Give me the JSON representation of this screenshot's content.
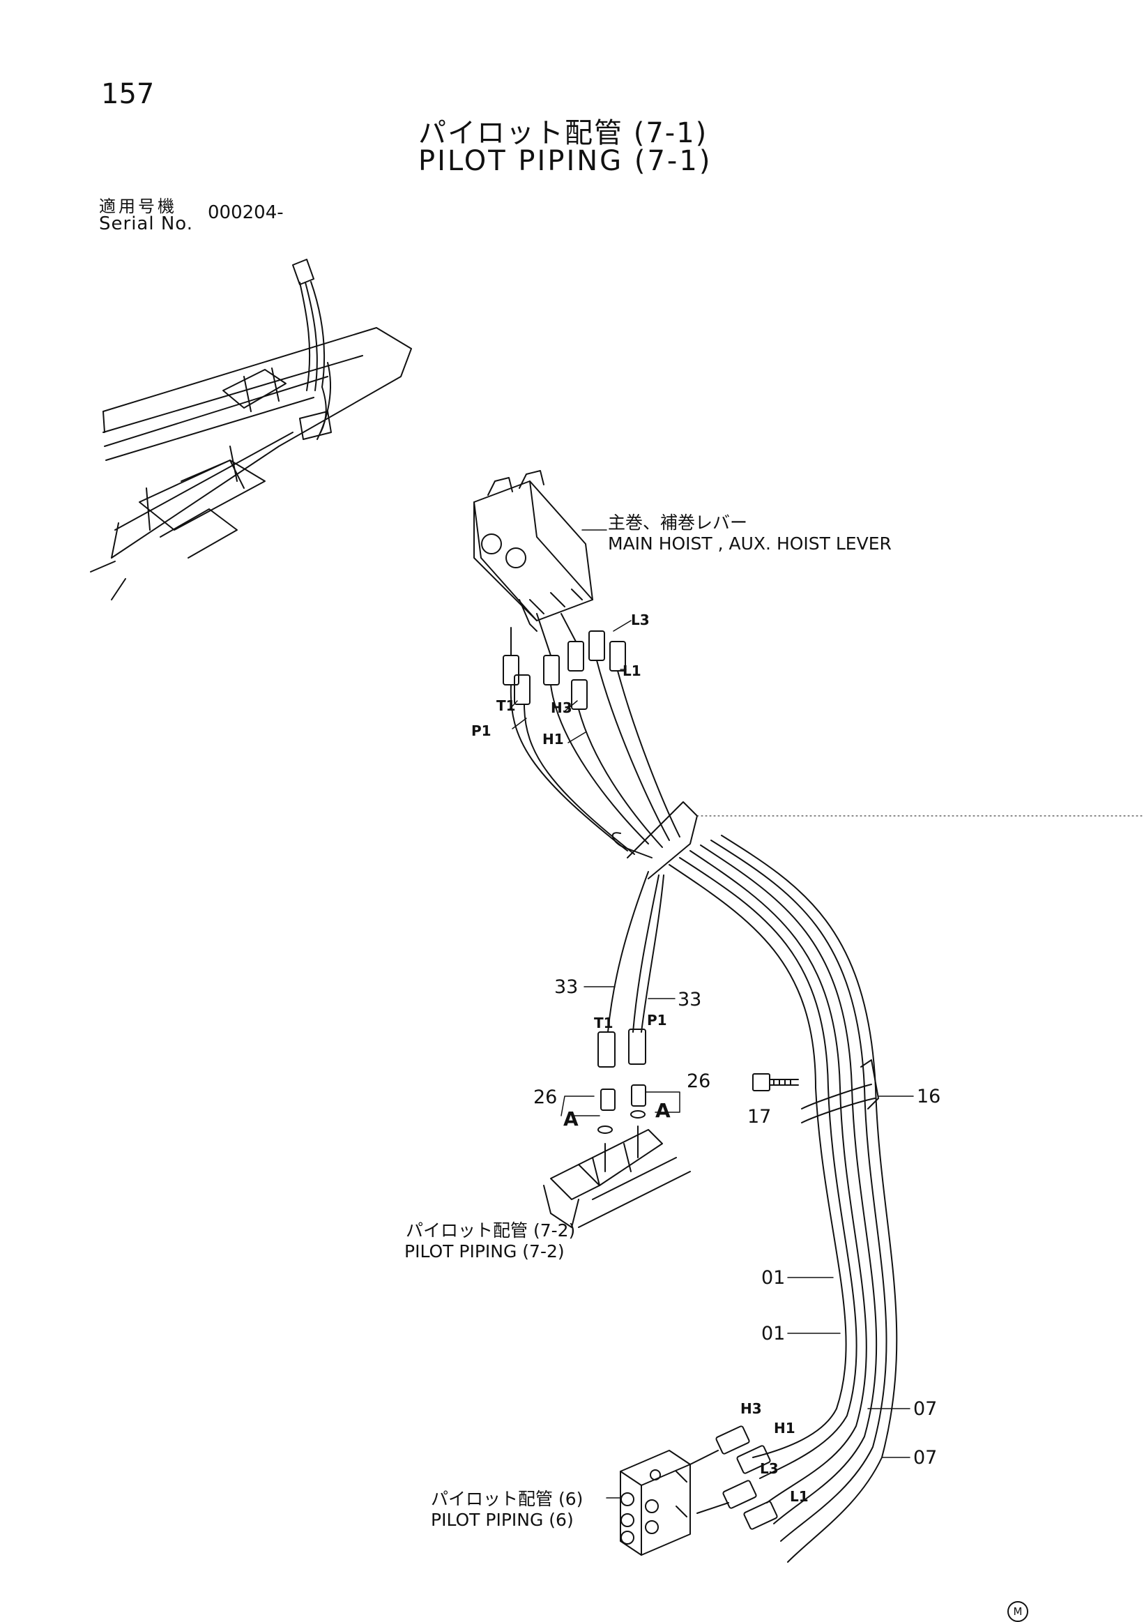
{
  "page_number": "157",
  "title": {
    "jp": "パイロット配管 (7-1)",
    "en": "PILOT PIPING (7-1)"
  },
  "serial": {
    "label_jp": "適用号機",
    "label_en": "Serial No.",
    "value": "000204-"
  },
  "callouts": {
    "lever_jp": "主巻、補巻レバー",
    "lever_en": "MAIN HOIST , AUX. HOIST LEVER",
    "piping72_jp": "パイロット配管 (7-2)",
    "piping72_en": "PILOT PIPING (7-2)",
    "piping6_jp": "パイロット配管 (6)",
    "piping6_en": "PILOT PIPING (6)"
  },
  "port_labels": {
    "L3": "L3",
    "L1": "L1",
    "T1": "T1",
    "H3": "H3",
    "P1": "P1",
    "H1": "H1",
    "T1_lower": "T1",
    "P1_lower": "P1",
    "H3_lower": "H3",
    "H1_lower": "H1",
    "L3_lower": "L3",
    "L1_lower": "L1"
  },
  "part_numbers": {
    "p33_left": "33",
    "p33_right": "33",
    "p26_left": "26",
    "p26_right": "26",
    "A_left": "A",
    "A_right": "A",
    "p16": "16",
    "p17": "17",
    "p01_top": "01",
    "p01_bottom": "01",
    "p07_top": "07",
    "p07_bottom": "07"
  },
  "corner_mark": "M"
}
